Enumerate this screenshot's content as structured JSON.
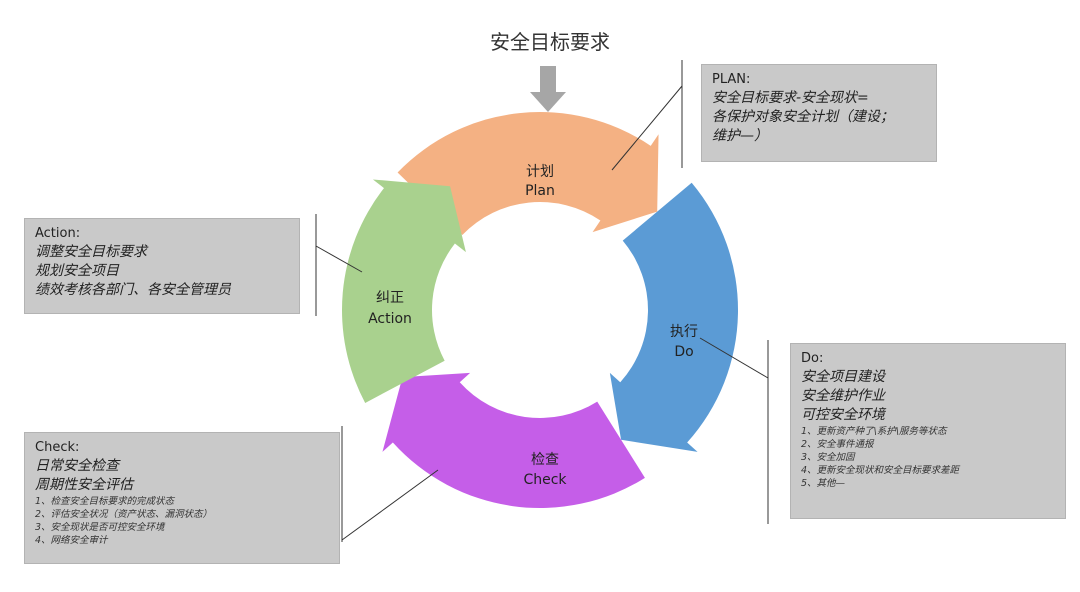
{
  "top_title": "安全目标要求",
  "cycle": {
    "plan": {
      "cn": "计划",
      "en": "Plan",
      "color": "#f4b183"
    },
    "do": {
      "cn": "执行",
      "en": "Do",
      "color": "#5b9bd5"
    },
    "check": {
      "cn": "检查",
      "en": "Check",
      "color": "#c55ee8"
    },
    "action": {
      "cn": "纠正",
      "en": "Action",
      "color": "#a9d18e"
    }
  },
  "boxes": {
    "plan": {
      "heading": "PLAN:",
      "lines": [
        "安全目标要求-安全现状=",
        "各保护对象安全计划（建设；",
        "维护—）"
      ],
      "small": []
    },
    "action": {
      "heading": "Action:",
      "lines": [
        "调整安全目标要求",
        "规划安全项目",
        "绩效考核各部门、各安全管理员"
      ],
      "small": []
    },
    "check": {
      "heading": "Check:",
      "lines": [
        "日常安全检查",
        "周期性安全评估"
      ],
      "small": [
        "1、检查安全目标要求的完成状态",
        "2、评估安全状况（资产状态、漏洞状态）",
        "3、安全现状是否可控安全环境",
        "4、网络安全审计"
      ]
    },
    "do": {
      "heading": "Do:",
      "lines": [
        "安全项目建设",
        "安全维护作业",
        "可控安全环境"
      ],
      "small": [
        "1、更新资产种了\\系护\\服务等状态",
        "2、安全事件通报",
        "3、安全加固",
        "4、更新安全现状和安全目标要求差距",
        "5、其他—"
      ]
    }
  },
  "colors": {
    "box_bg": "#c9c9c9",
    "input_arrow": "#a6a6a6",
    "connector": "#333333"
  }
}
